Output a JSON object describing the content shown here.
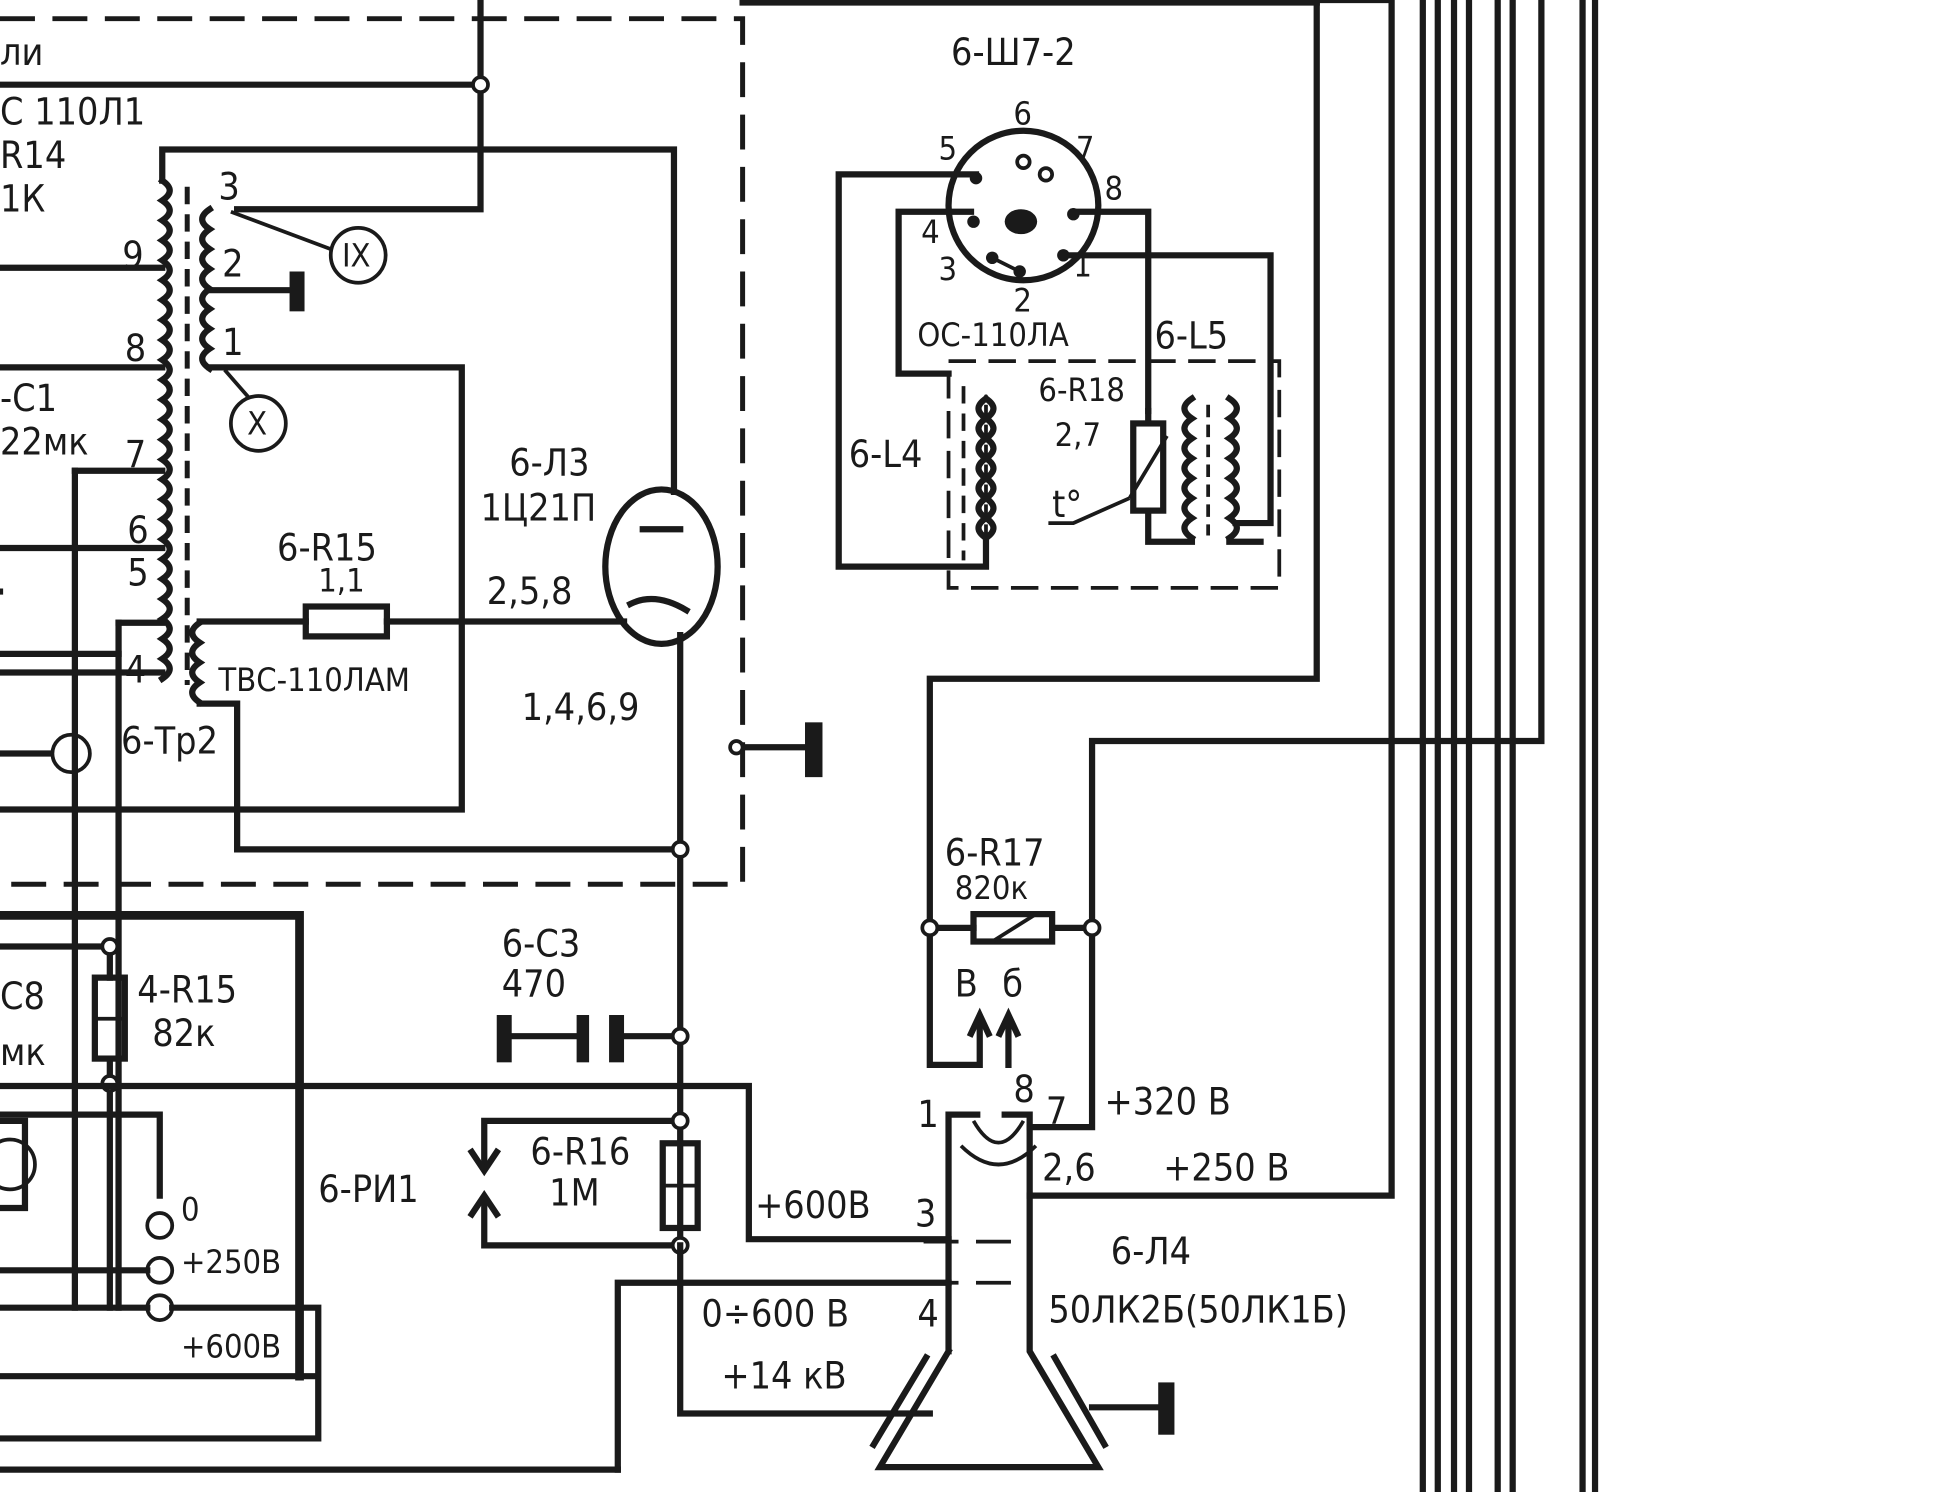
{
  "labels": {
    "top_left_1": "ли",
    "top_left_2": "С 110Л1",
    "top_left_3": "R14",
    "top_left_4": "1К",
    "c1_ref": "-С1",
    "c1_val": "22мк",
    "c8_ref": "С8",
    "c8_val": "мк",
    "tr2_ref": "6-Тр2",
    "tvs": "ТВС-110ЛАМ",
    "tap_9": "9",
    "tap_8": "8",
    "tap_7": "7",
    "tap_6": "6",
    "tap_5": "5",
    "tap_4": "4",
    "sec_3": "3",
    "sec_2": "2",
    "sec_1": "1",
    "circle_ix": "IX",
    "circle_x": "X",
    "r15_ref": "6-R15",
    "r15_val": "1,1",
    "l3_ref": "6-Л3",
    "l3_type": "1Ц21П",
    "l3_pins_a": "2,5,8",
    "l3_pins_b": "1,4,6,9",
    "r415_ref": "4-R15",
    "r415_val": "82к",
    "c3_ref": "6-С3",
    "c3_val": "470",
    "ri1_ref": "6-РИ1",
    "r16_ref": "6-R16",
    "r16_val": "1М",
    "term_0": "0",
    "term_250": "+250В",
    "term_600": "+600В",
    "v600": "+600В",
    "v0_600": "0÷600 В",
    "v14k": "+14 кВ",
    "sh7_ref": "6-Ш7-2",
    "os": "ОС-110ЛА",
    "l4_ref": "6-L4",
    "l5_ref": "6-L5",
    "r18_ref": "6-R18",
    "r18_val": "2,7",
    "t_deg": "t°",
    "r17_ref": "6-R17",
    "r17_val": "820к",
    "lv": "В",
    "lb": "б",
    "v320": "+320 В",
    "v250": "+250 В",
    "crt_pins_26": "2,6",
    "crt_ref": "6-Л4",
    "crt_type": "50ЛК2Б(50ЛК1Б)",
    "crt_pin_1": "1",
    "crt_pin_8": "8",
    "crt_pin_7": "7",
    "crt_pin_3": "3",
    "crt_pin_4": "4",
    "sock_1": "1",
    "sock_2": "2",
    "sock_3": "3",
    "sock_4": "4",
    "sock_5": "5",
    "sock_6": "6",
    "sock_7": "7",
    "sock_8": "8"
  }
}
